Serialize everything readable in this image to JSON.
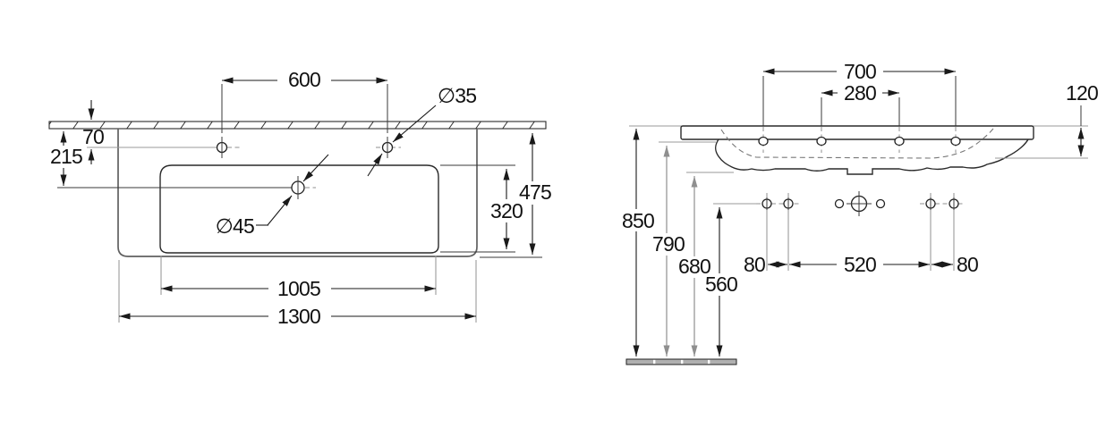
{
  "colors": {
    "line": "#2a2a2a",
    "auxiliary": "#999999",
    "background": "#ffffff"
  },
  "left_view": {
    "labels": {
      "hole_spacing": "600",
      "tap_hole_diameter": "∅35",
      "hole_row_offset": "70",
      "drain_offset": "215",
      "drain_diameter": "∅45",
      "depth_overall": "475",
      "bowl_depth": "320",
      "bowl_width": "1005",
      "width_overall": "1300"
    }
  },
  "right_view": {
    "labels": {
      "outer_tap_hole_spacing": "700",
      "inner_tap_hole_spacing": "280",
      "rim_thickness": "120",
      "rim_height": "850",
      "underside_front_height": "790",
      "underside_bowl_height": "680",
      "fixing_holes_height": "560",
      "fixing_gap_left": "80",
      "fixing_span": "520",
      "fixing_gap_right": "80"
    }
  }
}
